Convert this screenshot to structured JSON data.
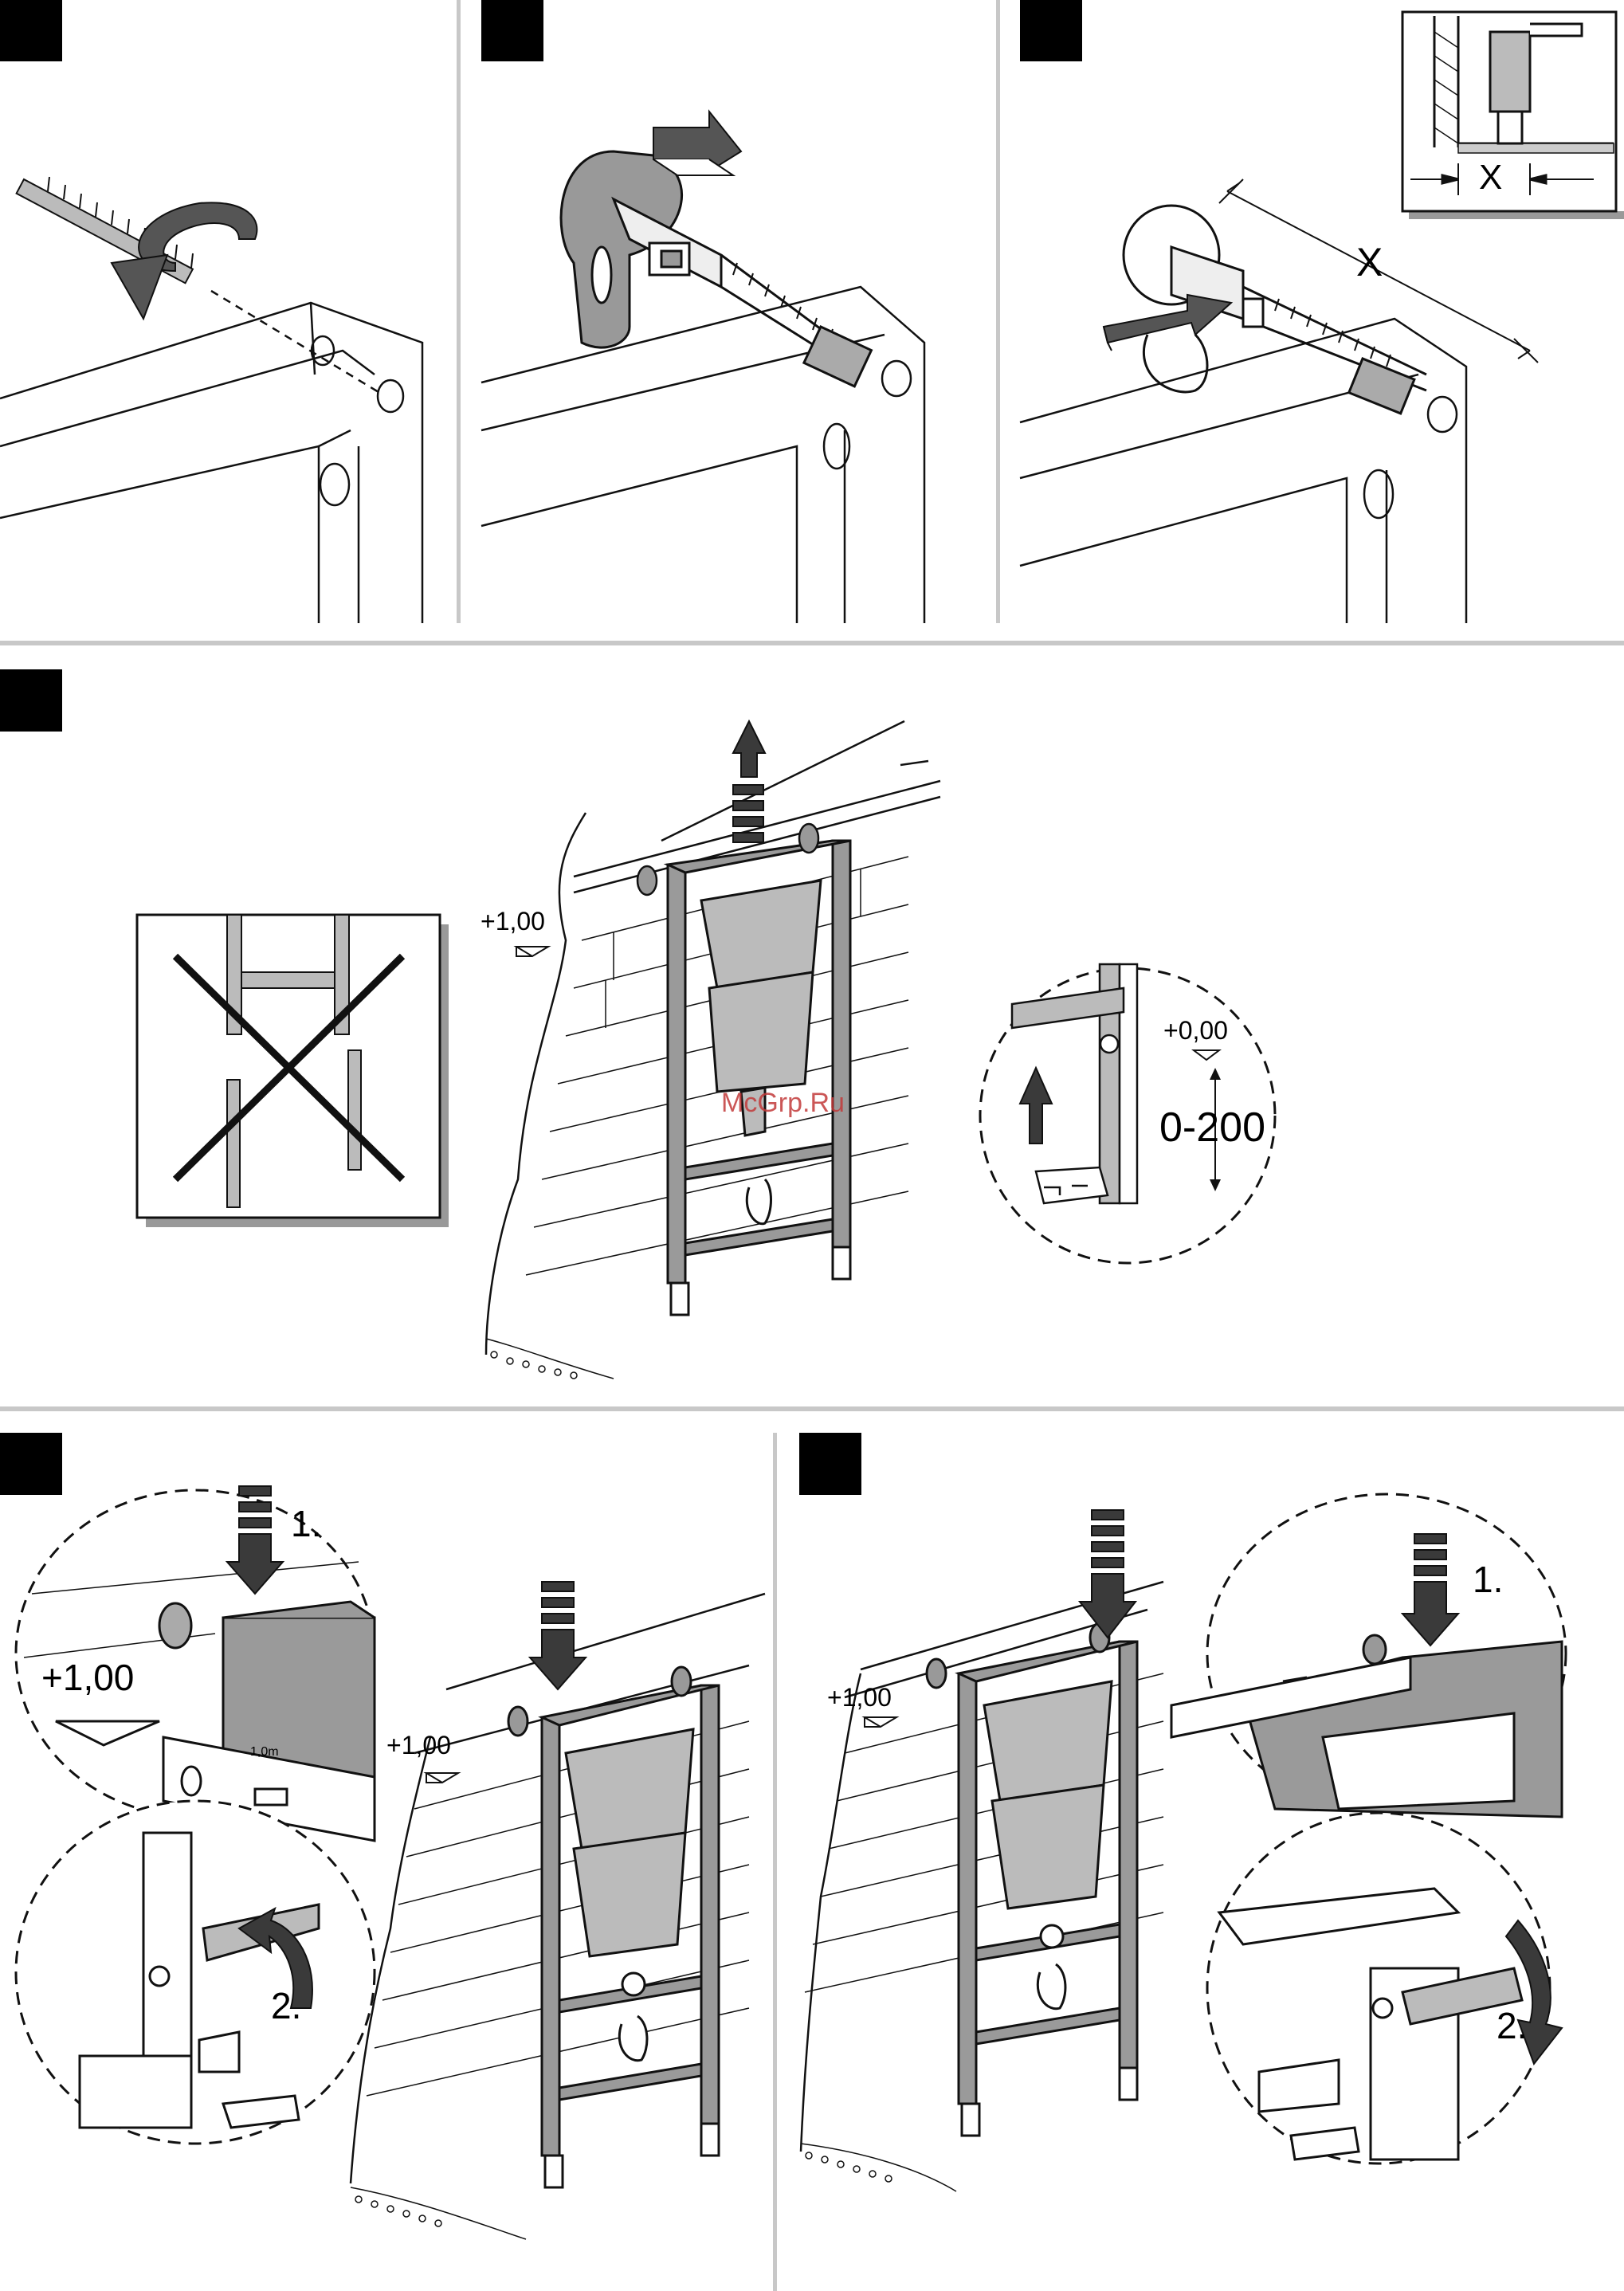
{
  "watermark": "McGrp.Ru",
  "top_row": {
    "panel3_inset_label": "X",
    "panel3_dimension_label": "X"
  },
  "middle_row": {
    "level_mark": "+1,00",
    "zoom_level_mark": "+0,00",
    "zoom_range": "0-200"
  },
  "bottom_left": {
    "level_mark_large": "+1,00",
    "level_mark_small": "+1,00",
    "level_tool_text": "1,0m",
    "step1": "1.",
    "step2": "2."
  },
  "bottom_right": {
    "level_mark": "+1,00",
    "step1": "1.",
    "step2": "2."
  },
  "colors": {
    "frame_gray": "#9a9a9a",
    "arrow_dark": "#3a3a3a",
    "line": "#111111",
    "divider": "#c8c8c8"
  }
}
